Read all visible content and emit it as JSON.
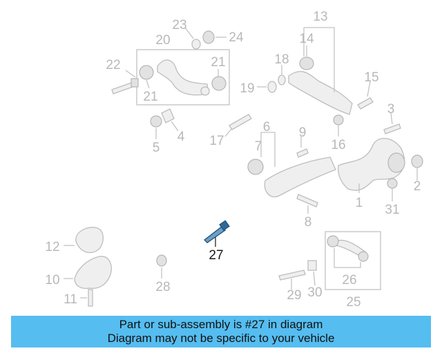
{
  "callouts": {
    "n1": "1",
    "n2": "2",
    "n3": "3",
    "n4": "4",
    "n5": "5",
    "n6": "6",
    "n7": "7",
    "n8": "8",
    "n9": "9",
    "n10": "10",
    "n11": "11",
    "n12": "12",
    "n13": "13",
    "n14": "14",
    "n15": "15",
    "n16": "16",
    "n17": "17",
    "n18": "18",
    "n19": "19",
    "n20": "20",
    "n21a": "21",
    "n21b": "21",
    "n22": "22",
    "n23": "23",
    "n24": "24",
    "n25": "25",
    "n26": "26",
    "n27": "27",
    "n28": "28",
    "n29": "29",
    "n30": "30",
    "n31": "31"
  },
  "highlighted_part": "27",
  "banner": {
    "line1": "Part or sub-assembly is #27 in diagram",
    "line2": "Diagram may not be specific to your vehicle"
  },
  "colors": {
    "banner": "#55bdf0",
    "callout": "#b8b8b8",
    "highlight": "#1a1a1a"
  }
}
